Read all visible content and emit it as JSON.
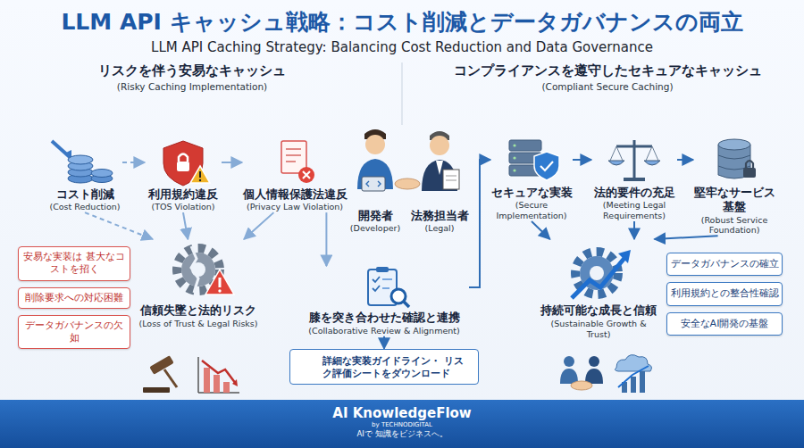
{
  "diagram": {
    "title": "LLM API キャッシュ戦略：コスト削減とデータガバナンスの両立",
    "nodes": [
      {
        "text": [
          "コスト削減",
          "(Cost Reduction)"
        ]
      },
      {
        "text": [
          "利用規約違反",
          "(TOS Violation)"
        ]
      },
      {
        "text": [
          "個人情報保護法違反",
          "(Privacy Law Violation)"
        ]
      },
      {
        "text": [
          "開発者",
          "(Developer)"
        ]
      },
      {
        "text": [
          "法務担当者",
          "(Legal)"
        ]
      },
      {
        "text": [
          "セキュアな実装",
          "(Secure Implementation)"
        ]
      },
      {
        "text": [
          "法的要件の充足",
          "(Meeting Legal Requirements)"
        ]
      },
      {
        "text": [
          "堅牢なサービス基盤",
          "(Robust Service Foundation)"
        ]
      },
      {
        "text": [
          "安易な実装は 甚大なコストを招く"
        ]
      },
      {
        "text": [
          "削除要求への対応困難"
        ]
      },
      {
        "text": [
          "データガバナンスの欠如"
        ]
      },
      {
        "text": [
          "信頼失墜と法的リスク",
          "(Loss of Trust & Legal Risks)"
        ]
      },
      {
        "text": [
          "膝を突き合わせた確認と連携",
          "(Collaborative Review & Alignment)"
        ]
      },
      {
        "text": [
          "データガバナンスの確立"
        ]
      },
      {
        "text": [
          "利用規約との整合性確認"
        ]
      },
      {
        "text": [
          "安全なAI開発の基盤"
        ]
      },
      {
        "text": [
          "持続可能な成長と信頼",
          "(Sustainable Growth & Trust)"
        ]
      },
      {
        "text": [
          "詳細な実装ガイドライン・ リスク評価シートをダウンロード"
        ]
      },
      {
        "text": [
          "AI KnowledgeFlow",
          "by TECHNODIGITAL",
          "AIで 知識をビジネスへ。"
        ]
      }
    ],
    "edges": [
      {
        "from": 0,
        "to": 1,
        "arrow": "to"
      },
      {
        "from": 1,
        "to": 2,
        "arrow": "to"
      },
      {
        "from": 0,
        "to": 11,
        "arrow": "to"
      },
      {
        "from": 1,
        "to": 11,
        "arrow": "to"
      },
      {
        "from": 2,
        "to": 11,
        "arrow": "to"
      },
      {
        "from": 2,
        "to": 12,
        "arrow": "to"
      },
      {
        "from": 12,
        "to": 5,
        "arrow": "to"
      },
      {
        "from": 5,
        "to": 6,
        "arrow": "to"
      },
      {
        "from": 6,
        "to": 7,
        "arrow": "to"
      },
      {
        "from": 5,
        "to": 16,
        "arrow": "to"
      },
      {
        "from": 6,
        "to": 16,
        "arrow": "to"
      },
      {
        "from": 7,
        "to": 16,
        "arrow": "to"
      },
      {
        "from": 12,
        "to": 17,
        "arrow": "to"
      }
    ],
    "labels": [
      "LLM API Caching Strategy: Balancing Cost Reduction and Data Governance",
      "リスクを伴う安易なキャッシュ",
      "(Risky Caching Implementation)",
      "コンプライアンスを遵守したセキュアなキャッシュ",
      "(Compliant Secure Caching)"
    ]
  }
}
